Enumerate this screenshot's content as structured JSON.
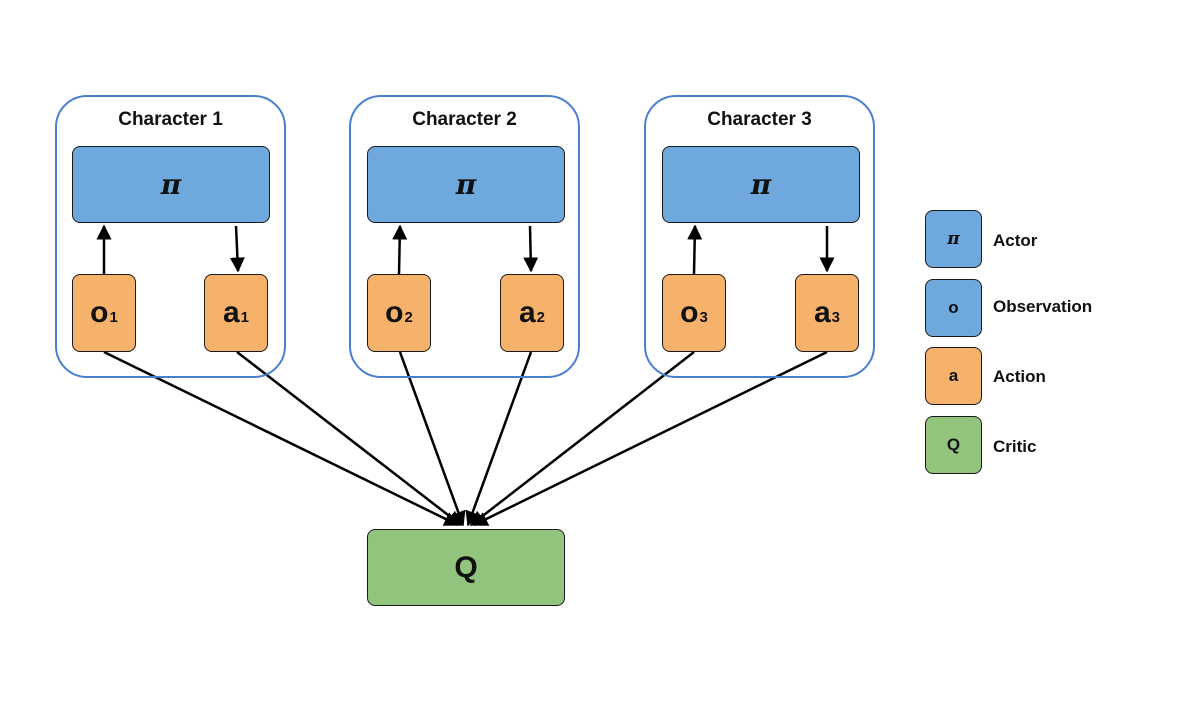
{
  "colors": {
    "actor": "#6fa8dc",
    "observation": "#6fa8dc",
    "action": "#f6b26b",
    "critic": "#93c47d",
    "character_border": "#4a7fd0"
  },
  "characters": [
    {
      "title": "Character 1",
      "actor": "π",
      "obs": "o",
      "obs_sub": "1",
      "act": "a",
      "act_sub": "1"
    },
    {
      "title": "Character 2",
      "actor": "π",
      "obs": "o",
      "obs_sub": "2",
      "act": "a",
      "act_sub": "2"
    },
    {
      "title": "Character 3",
      "actor": "π",
      "obs": "o",
      "obs_sub": "3",
      "act": "a",
      "act_sub": "3"
    }
  ],
  "critic": {
    "label": "Q"
  },
  "legend": [
    {
      "symbol": "π",
      "label": "Actor",
      "color": "#6fa8dc"
    },
    {
      "symbol": "o",
      "label": "Observation",
      "color": "#6fa8dc"
    },
    {
      "symbol": "a",
      "label": "Action",
      "color": "#f6b26b"
    },
    {
      "symbol": "Q",
      "label": "Critic",
      "color": "#93c47d"
    }
  ]
}
